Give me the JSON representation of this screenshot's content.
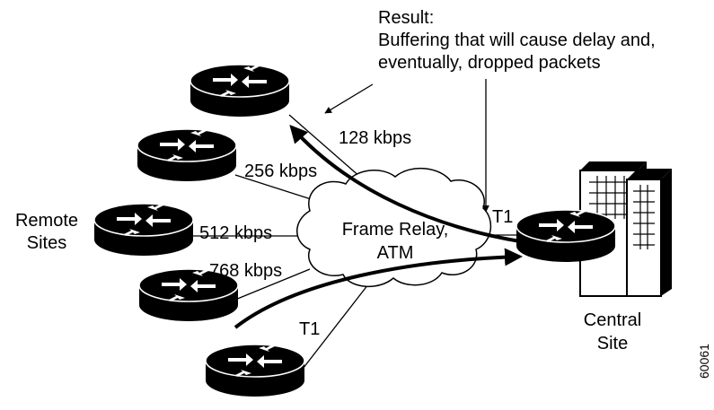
{
  "result_annotation": {
    "title": "Result:",
    "line1": "Buffering that will cause delay and,",
    "line2": "eventually, dropped packets"
  },
  "links": {
    "r1_speed": "128 kbps",
    "r2_speed": "256 kbps",
    "r3_speed": "512 kbps",
    "r4_speed": "768 kbps",
    "r5_speed": "T1",
    "central_speed": "T1"
  },
  "cloud": {
    "line1": "Frame Relay,",
    "line2": "ATM"
  },
  "remote_sites": {
    "line1": "Remote",
    "line2": "Sites"
  },
  "central_site": {
    "line1": "Central",
    "line2": "Site"
  },
  "figure_id": "60061",
  "icons": {
    "router": "router-icon",
    "building": "office-building-icon",
    "cloud": "wan-cloud-icon"
  }
}
